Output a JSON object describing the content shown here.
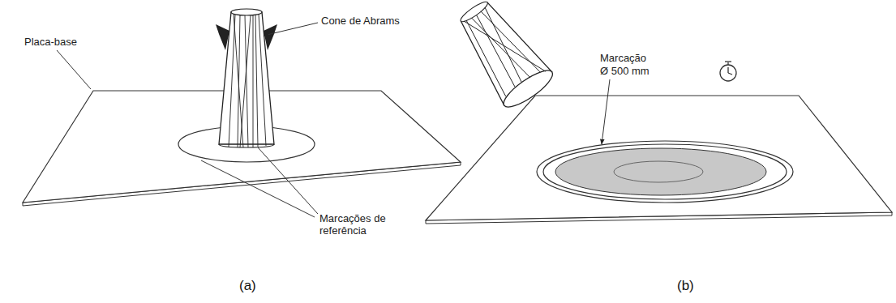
{
  "diagram": {
    "labels": [
      "Placa-base",
      "Cone de Abrams",
      "Marcações de referência",
      "Marcação",
      "Ø 500 mm",
      "(a)",
      "(b)"
    ]
  }
}
